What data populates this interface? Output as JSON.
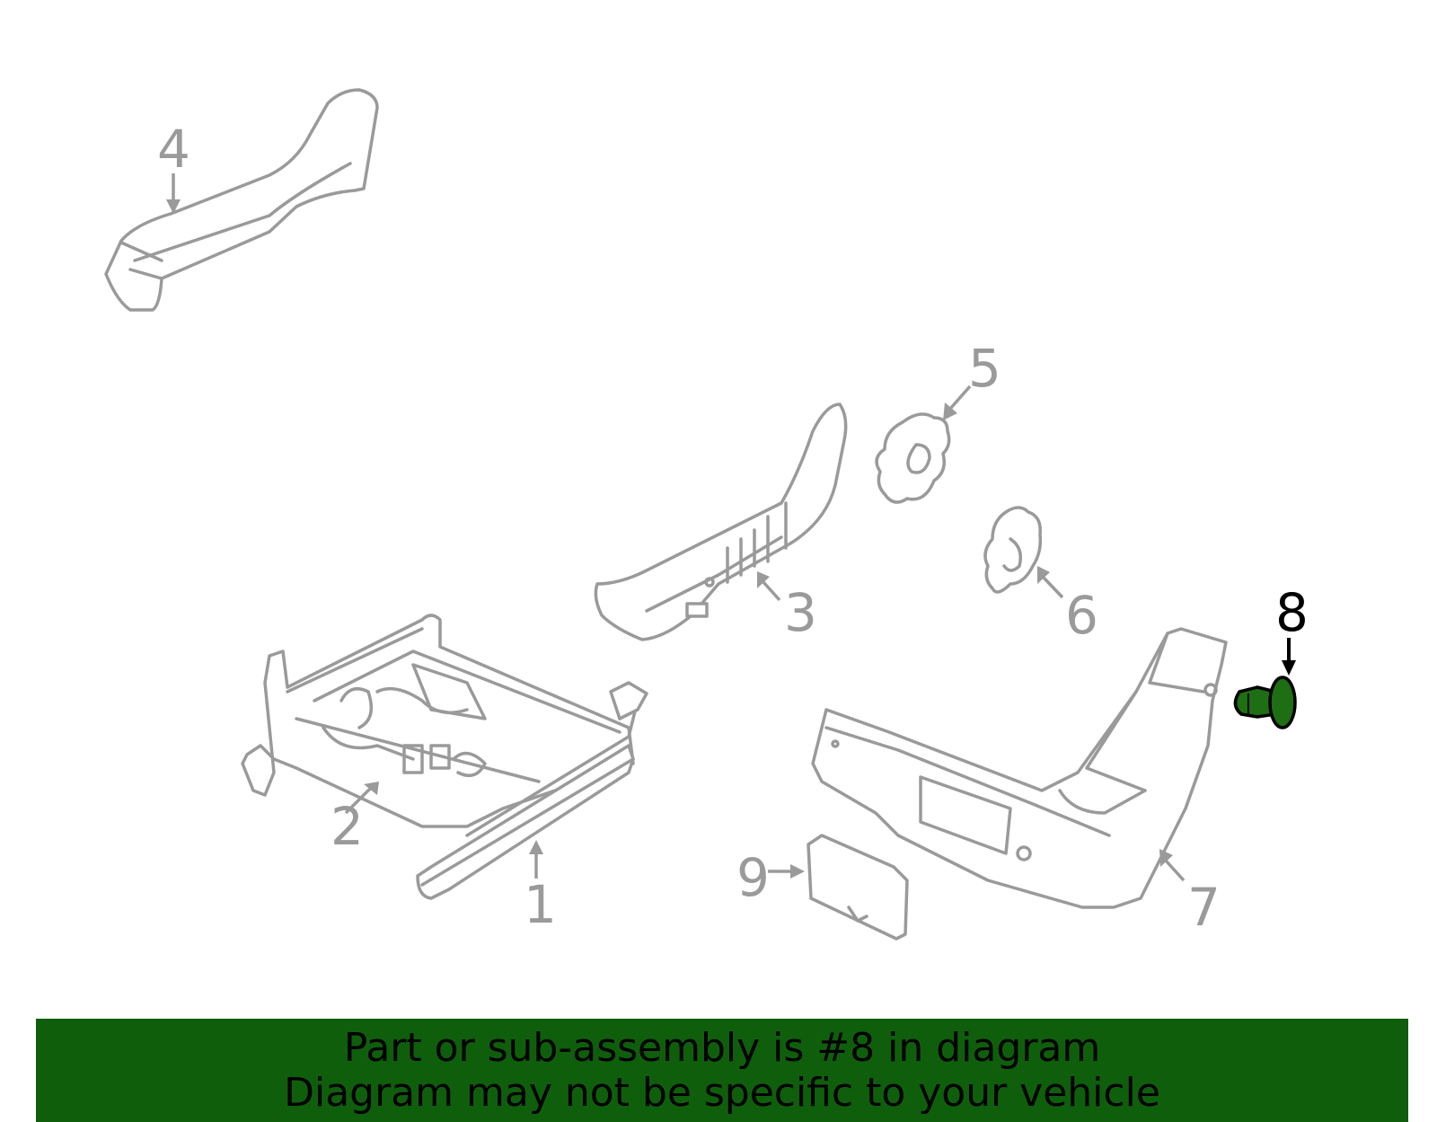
{
  "callouts": {
    "c1": "1",
    "c2": "2",
    "c3": "3",
    "c4": "4",
    "c5": "5",
    "c6": "6",
    "c7": "7",
    "c8": "8",
    "c9": "9"
  },
  "highlighted_part": "8",
  "colors": {
    "part_line": "#9a9a9a",
    "highlight_fill": "#1e6e14",
    "banner_bg": "#0f5e0c",
    "text": "#000000"
  },
  "banner": {
    "line1": "Part or sub-assembly is #8 in diagram",
    "line2": "Diagram may not be specific to your vehicle"
  }
}
